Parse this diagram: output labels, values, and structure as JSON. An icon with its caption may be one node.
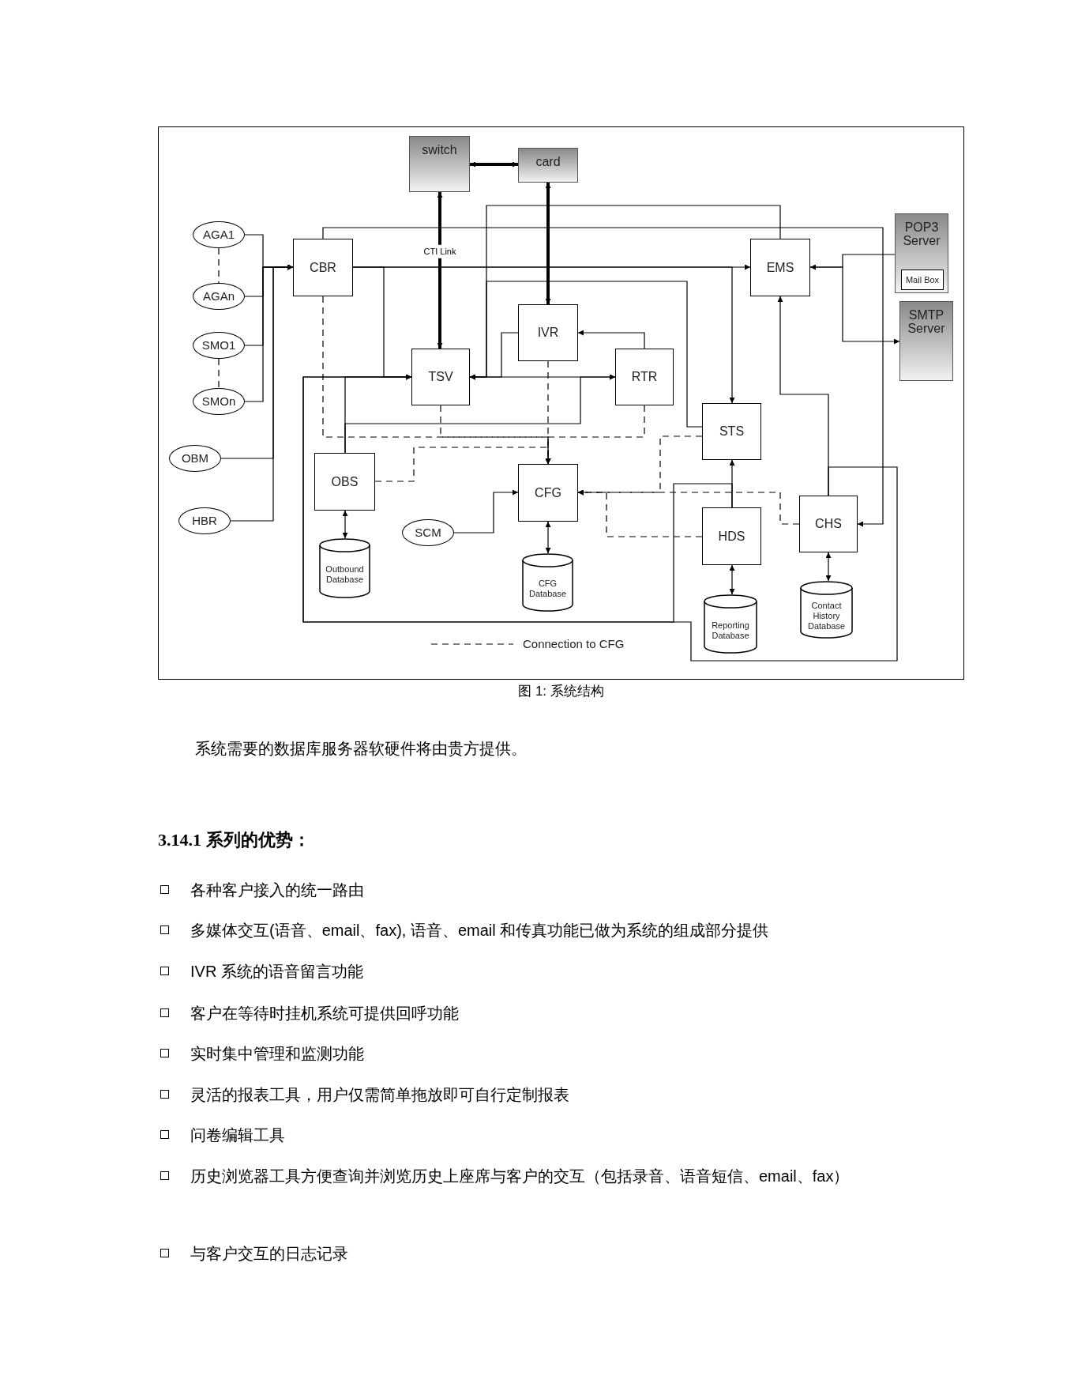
{
  "diagram": {
    "caption": "图 1: 系统结构",
    "nodes": [
      {
        "text": [
          "switch"
        ]
      },
      {
        "text": [
          "card"
        ]
      },
      {
        "text": [
          "AGA1"
        ]
      },
      {
        "text": [
          "CBR"
        ]
      },
      {
        "text": [
          "EMS"
        ]
      },
      {
        "text": [
          "POP3 Server"
        ]
      },
      {
        "text": [
          "Mail Box"
        ],
        "in": 5
      },
      {
        "text": [
          "AGAn"
        ]
      },
      {
        "text": [
          "SMTP Server"
        ]
      },
      {
        "text": [
          "SMO1"
        ]
      },
      {
        "text": [
          "IVR"
        ]
      },
      {
        "text": [
          "TSV"
        ]
      },
      {
        "text": [
          "RTR"
        ]
      },
      {
        "text": [
          "SMOn"
        ]
      },
      {
        "text": [
          "STS"
        ]
      },
      {
        "text": [
          "OBM"
        ]
      },
      {
        "text": [
          "OBS"
        ]
      },
      {
        "text": [
          "CFG"
        ]
      },
      {
        "text": [
          "HBR"
        ]
      },
      {
        "text": [
          "SCM"
        ]
      },
      {
        "text": [
          "HDS"
        ]
      },
      {
        "text": [
          "CHS"
        ]
      },
      {
        "text": [
          "Outbound Database"
        ]
      },
      {
        "text": [
          "CFG Database"
        ]
      },
      {
        "text": [
          "Contact History Database"
        ]
      },
      {
        "text": [
          "Reporting Database"
        ]
      }
    ],
    "edges": [
      {
        "from": 0,
        "to": 1,
        "arrow": "both",
        "style": "thick"
      },
      {
        "from": 0,
        "to": 11,
        "arrow": "both",
        "style": "thick",
        "label": "CTI Link"
      },
      {
        "from": 1,
        "to": 10,
        "arrow": "both",
        "style": "thick"
      },
      {
        "from": 2,
        "to": 3,
        "arrow": "to"
      },
      {
        "from": 7,
        "to": 3,
        "arrow": "to"
      },
      {
        "from": 9,
        "to": 3,
        "arrow": "to"
      },
      {
        "from": 13,
        "to": 3,
        "arrow": "to"
      },
      {
        "from": 15,
        "to": 3,
        "arrow": "to"
      },
      {
        "from": 18,
        "to": 3,
        "arrow": "to"
      },
      {
        "from": 2,
        "to": 7,
        "arrow": "none",
        "style": "dashed"
      },
      {
        "from": 9,
        "to": 13,
        "arrow": "none",
        "style": "dashed"
      },
      {
        "from": 3,
        "to": 11,
        "arrow": "to"
      },
      {
        "from": 3,
        "to": 4,
        "arrow": "to"
      },
      {
        "from": 3,
        "to": 14,
        "arrow": "to"
      },
      {
        "from": 3,
        "to": 21,
        "arrow": "to"
      },
      {
        "from": 4,
        "to": 11,
        "arrow": "to"
      },
      {
        "from": 14,
        "to": 11,
        "arrow": "to"
      },
      {
        "from": 12,
        "to": 10,
        "arrow": "to"
      },
      {
        "from": 10,
        "to": 11,
        "arrow": "to"
      },
      {
        "from": 11,
        "to": 12,
        "arrow": "both"
      },
      {
        "from": 16,
        "to": 11,
        "arrow": "to"
      },
      {
        "from": 16,
        "to": 12,
        "arrow": "to"
      },
      {
        "from": 20,
        "to": 11,
        "arrow": "to"
      },
      {
        "from": 21,
        "to": 11,
        "arrow": "to"
      },
      {
        "from": 20,
        "to": 14,
        "arrow": "to"
      },
      {
        "from": 21,
        "to": 4,
        "arrow": "to"
      },
      {
        "from": 5,
        "to": 4,
        "arrow": "to"
      },
      {
        "from": 4,
        "to": 8,
        "arrow": "to"
      },
      {
        "from": 3,
        "to": 17,
        "arrow": "to",
        "style": "dashed"
      },
      {
        "from": 11,
        "to": 17,
        "arrow": "to",
        "style": "dashed"
      },
      {
        "from": 10,
        "to": 17,
        "arrow": "to",
        "style": "dashed"
      },
      {
        "from": 12,
        "to": 17,
        "arrow": "to",
        "style": "dashed"
      },
      {
        "from": 16,
        "to": 17,
        "arrow": "to",
        "style": "dashed"
      },
      {
        "from": 14,
        "to": 17,
        "arrow": "to",
        "style": "dashed"
      },
      {
        "from": 20,
        "to": 17,
        "arrow": "to",
        "style": "dashed"
      },
      {
        "from": 21,
        "to": 17,
        "arrow": "to",
        "style": "dashed"
      },
      {
        "from": 19,
        "to": 17,
        "arrow": "to"
      },
      {
        "from": 16,
        "to": 22,
        "arrow": "both"
      },
      {
        "from": 17,
        "to": 23,
        "arrow": "both"
      },
      {
        "from": 20,
        "to": 25,
        "arrow": "both"
      },
      {
        "from": 21,
        "to": 24,
        "arrow": "both"
      }
    ],
    "labels": [
      "系统需要的数据库服务器软硬件将由贵方提供。",
      "3.14.1 系列的优势：",
      "各种客户接入的统一路由",
      "多媒体交互(语音、email、fax), 语音、email 和传真功能已做为系统的组成部分提供",
      "IVR 系统的语音留言功能",
      "客户在等待时挂机系统可提供回呼功能",
      "实时集中管理和监测功能",
      "灵活的报表工具，用户仅需简单拖放即可自行定制报表",
      "问卷编辑工具",
      "历史浏览器工具方便查询并浏览历史上座席与客户的交互（包括录音、语音短信、email、fax）",
      "与客户交互的日志记录"
    ],
    "legend": [
      {
        "text": "Connection to CFG"
      }
    ]
  }
}
